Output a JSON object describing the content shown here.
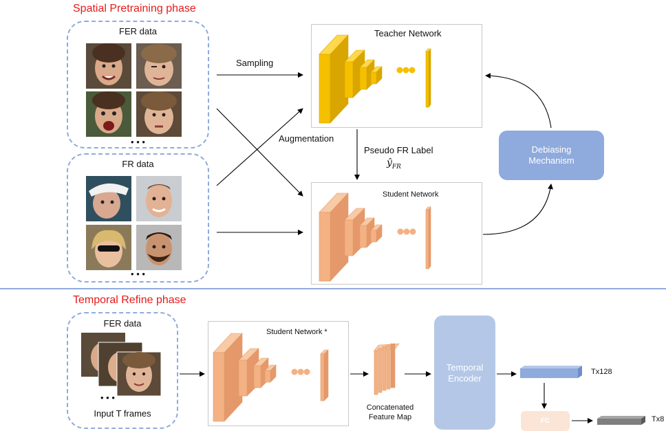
{
  "top": {
    "phase_title": "Spatial Pretraining phase",
    "fer_group": {
      "title": "FER data",
      "ellipsis": "• • •"
    },
    "fr_group": {
      "title": "FR data",
      "ellipsis": "• • •"
    },
    "sampling_label": "Sampling",
    "augmentation_label": "Augmentation",
    "teacher": {
      "title": "Teacher Network",
      "color": "#f5c000"
    },
    "student": {
      "title": "Student  Network",
      "color": "#f4b183"
    },
    "pseudo_label": "Pseudo FR Label",
    "pseudo_symbol": "ŷ",
    "pseudo_sub": "FR",
    "debias": {
      "line1": "Debiasing",
      "line2": "Mechanism",
      "color": "#8faadc"
    }
  },
  "bottom": {
    "phase_title": "Temporal  Refine phase",
    "fer_group": {
      "title": "FER data",
      "ellipsis": "• • •",
      "caption": "Input T frames"
    },
    "student": {
      "title": "Student  Network *"
    },
    "feature_map": {
      "line1": "Concatenated",
      "line2": "Feature Map"
    },
    "encoder": {
      "line1": "Temporal",
      "line2": "Encoder",
      "color": "#b4c7e7"
    },
    "tensor1": {
      "label": "Tx128",
      "color": "#8faadc"
    },
    "fc": {
      "label": "FC",
      "color": "#fbe5d6"
    },
    "tensor2": {
      "label": "Tx8",
      "color": "#7f7f7f"
    }
  },
  "colors": {
    "divider": "#8faadc",
    "arrow": "#000000"
  }
}
